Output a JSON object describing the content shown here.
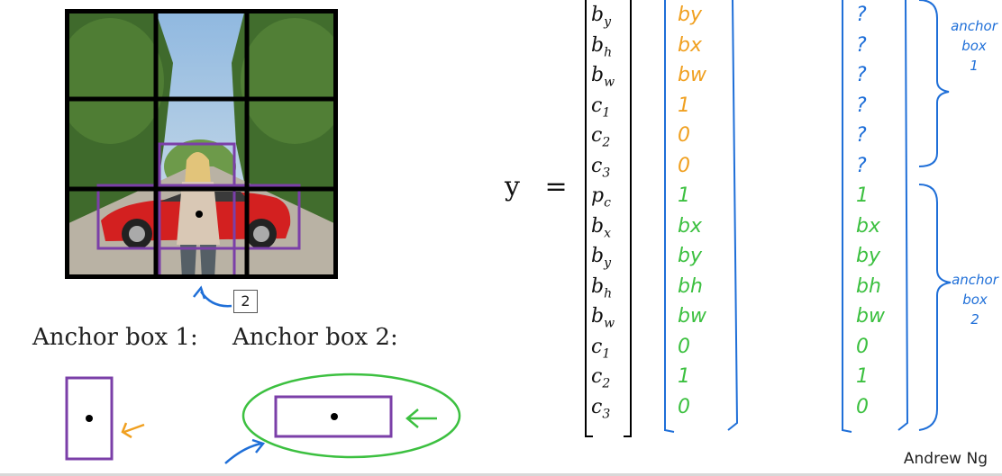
{
  "equation": {
    "lhs": "y",
    "eq": "="
  },
  "vector_rows": [
    {
      "sym": "b",
      "sub": "y"
    },
    {
      "sym": "b",
      "sub": "h"
    },
    {
      "sym": "b",
      "sub": "w"
    },
    {
      "sym": "c",
      "sub": "1"
    },
    {
      "sym": "c",
      "sub": "2"
    },
    {
      "sym": "c",
      "sub": "3"
    },
    {
      "sym": "p",
      "sub": "c"
    },
    {
      "sym": "b",
      "sub": "x"
    },
    {
      "sym": "b",
      "sub": "y"
    },
    {
      "sym": "b",
      "sub": "h"
    },
    {
      "sym": "b",
      "sub": "w"
    },
    {
      "sym": "c",
      "sub": "1"
    },
    {
      "sym": "c",
      "sub": "2"
    },
    {
      "sym": "c",
      "sub": "3"
    }
  ],
  "column1": [
    "by",
    "bx",
    "bw",
    "1",
    "0",
    "0",
    "1",
    "bx",
    "by",
    "bh",
    "bw",
    "0",
    "1",
    "0"
  ],
  "column2": [
    "?",
    "?",
    "?",
    "?",
    "?",
    "?",
    "1",
    "bx",
    "by",
    "bh",
    "bw",
    "0",
    "1",
    "0"
  ],
  "annotations": {
    "upper_note": [
      "anchor",
      "box",
      "1"
    ],
    "lower_note": [
      "anchor",
      "box",
      "2"
    ]
  },
  "grid_label": "2",
  "anchor_box_1": "Anchor box 1:",
  "anchor_box_2": "Anchor box 2:",
  "credit": "Andrew Ng",
  "colors": {
    "purple": "#7b3fa8",
    "blue": "#1f6fd8",
    "orange": "#f0a020",
    "green": "#3cc040"
  }
}
